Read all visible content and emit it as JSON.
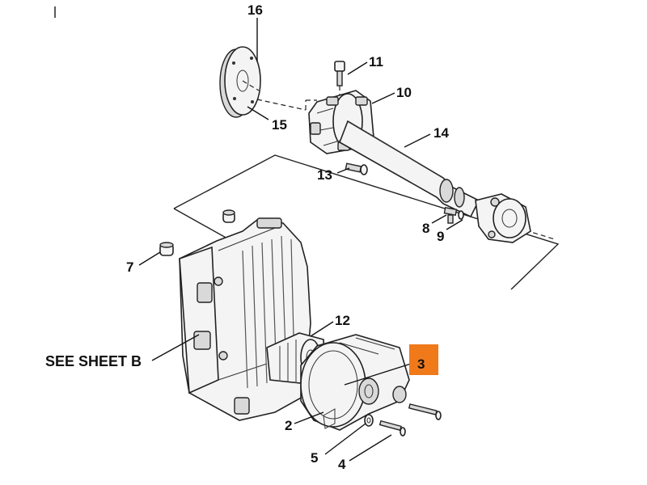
{
  "labels": {
    "p16": "16",
    "p11": "11",
    "p10": "10",
    "p15": "15",
    "p14": "14",
    "p13": "13",
    "p8": "8",
    "p9": "9",
    "p7": "7",
    "p12": "12",
    "p3": "3",
    "p2": "2",
    "p5": "5",
    "p4": "4"
  },
  "reference": {
    "see_sheet": "SEE SHEET B"
  },
  "colors": {
    "highlight": "#f07a1a",
    "ink": "#111111"
  },
  "selected_callout": "3"
}
